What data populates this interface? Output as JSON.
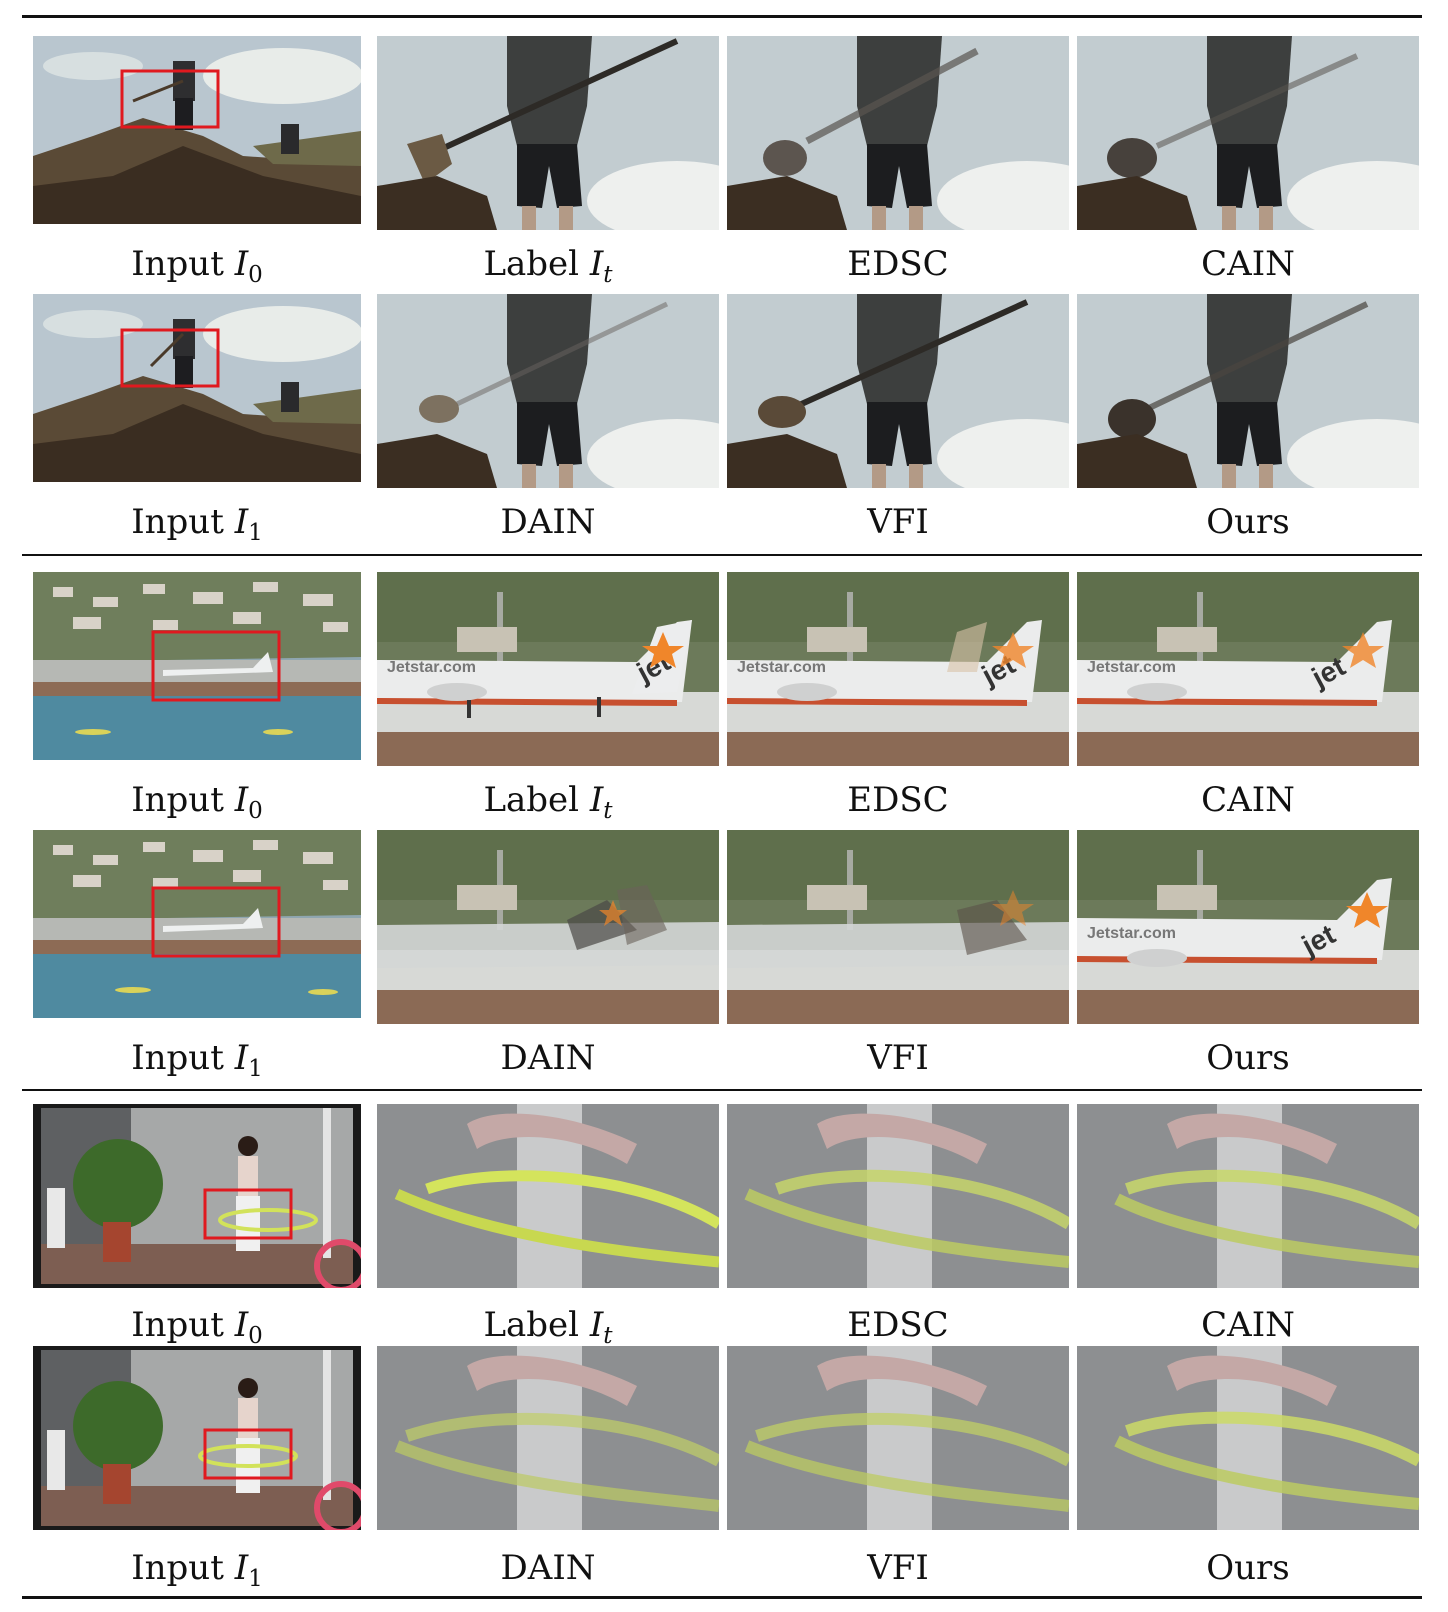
{
  "figure": {
    "groups": [
      {
        "scene": "digging",
        "rows": [
          {
            "captions": [
              {
                "text": "Input ",
                "sym": "I",
                "sub": "0"
              },
              {
                "text": "Label ",
                "sym": "I",
                "sub": "t"
              },
              {
                "text": "EDSC"
              },
              {
                "text": "CAIN"
              }
            ]
          },
          {
            "captions": [
              {
                "text": "Input ",
                "sym": "I",
                "sub": "1"
              },
              {
                "text": "DAIN"
              },
              {
                "text": "VFI"
              },
              {
                "text": "Ours"
              }
            ]
          }
        ]
      },
      {
        "scene": "airplane",
        "rows": [
          {
            "captions": [
              {
                "text": "Input ",
                "sym": "I",
                "sub": "0"
              },
              {
                "text": "Label ",
                "sym": "I",
                "sub": "t"
              },
              {
                "text": "EDSC"
              },
              {
                "text": "CAIN"
              }
            ]
          },
          {
            "captions": [
              {
                "text": "Input ",
                "sym": "I",
                "sub": "1"
              },
              {
                "text": "DAIN"
              },
              {
                "text": "VFI"
              },
              {
                "text": "Ours"
              }
            ]
          }
        ]
      },
      {
        "scene": "hula-hoop",
        "rows": [
          {
            "captions": [
              {
                "text": "Input ",
                "sym": "I",
                "sub": "0"
              },
              {
                "text": "Label ",
                "sym": "I",
                "sub": "t"
              },
              {
                "text": "EDSC"
              },
              {
                "text": "CAIN"
              }
            ]
          },
          {
            "captions": [
              {
                "text": "Input ",
                "sym": "I",
                "sub": "1"
              },
              {
                "text": "DAIN"
              },
              {
                "text": "VFI"
              },
              {
                "text": "Ours"
              }
            ]
          }
        ]
      }
    ],
    "logo_text": "Jetstar.com",
    "tail_text": "jet",
    "highlight_color": "#e0191f"
  }
}
